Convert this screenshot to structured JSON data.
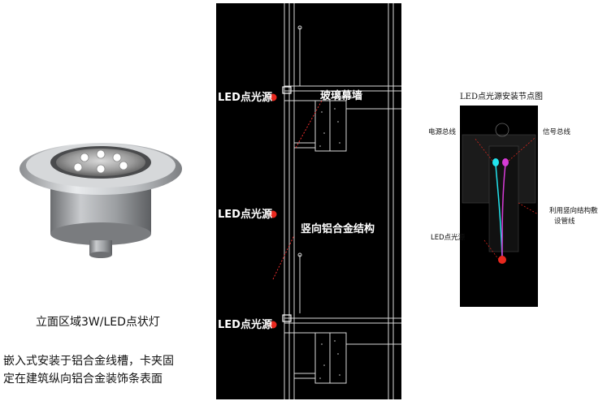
{
  "product": {
    "caption": "立面区域3W/LED点状灯",
    "description_lines": [
      "嵌入式安装于铝合金线槽，卡夹固",
      "定在建筑纵向铝合金装饰条表面"
    ]
  },
  "elevation": {
    "labels": {
      "led1": "LED点光源",
      "led2": "LED点光源",
      "led3": "LED点光源",
      "curtain_wall": "玻璃幕墙",
      "vertical_aluminum": "竖向铝合金结构"
    }
  },
  "node_detail": {
    "title": "LED点光源安装节点图",
    "labels": {
      "power": "电源总线",
      "signal": "信号总线",
      "led": "LED点光源",
      "routing_line1": "利用竖向结构敷",
      "routing_line2": "设管线"
    }
  },
  "colors": {
    "cad_bg": "#000000",
    "cad_line": "#ffffff",
    "led_dot": "#e8281e",
    "cyan": "#22e3ee",
    "magenta": "#d63bd6",
    "detail_panel": "#1b1b1b"
  }
}
